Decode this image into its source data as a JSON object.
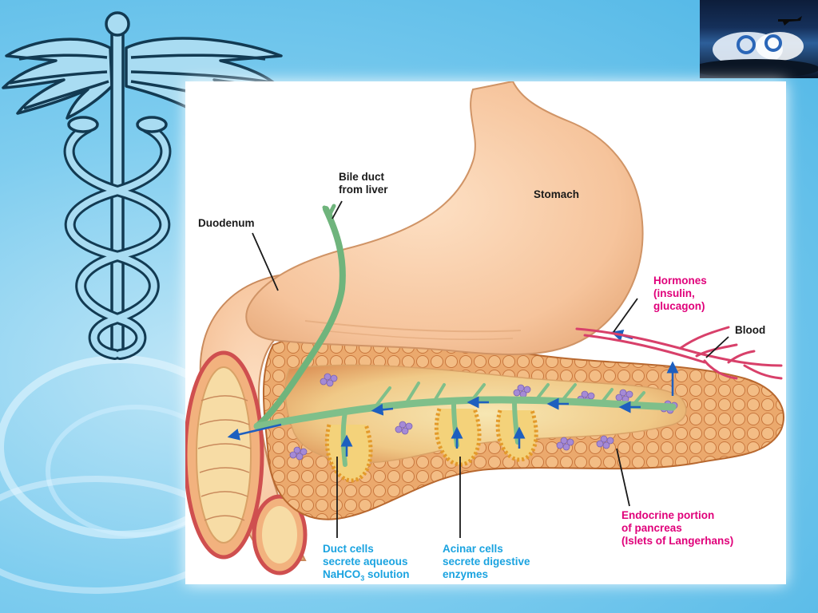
{
  "diagram": {
    "labels": {
      "stomach": "Stomach",
      "bile_duct": "Bile duct\nfrom liver",
      "duodenum": "Duodenum",
      "hormones": "Hormones\n(insulin,\nglucagon)",
      "blood": "Blood",
      "endocrine": "Endocrine portion\nof pancreas\n(Islets of Langerhans)",
      "acinar": "Acinar cells\nsecrete digestive\nenzymes",
      "duct_cells_line1": "Duct cells",
      "duct_cells_line2": "secrete aqueous",
      "duct_cells_line3_prefix": "NaHCO",
      "duct_cells_line3_sub": "3",
      "duct_cells_line3_suffix": " solution"
    },
    "colors": {
      "stomach": "#f6c49c",
      "pancreas": "#e8a066",
      "duct": "#7fbf8a",
      "flow_arrow": "#1e5fbf",
      "hormone_label": "#e0007a",
      "cell_label": "#1aa3e0",
      "blood_vessel": "#d8406a"
    }
  },
  "icons": {
    "caduceus": "caduceus-icon",
    "thumbnail": "airplane-clouds-thumbnail"
  }
}
